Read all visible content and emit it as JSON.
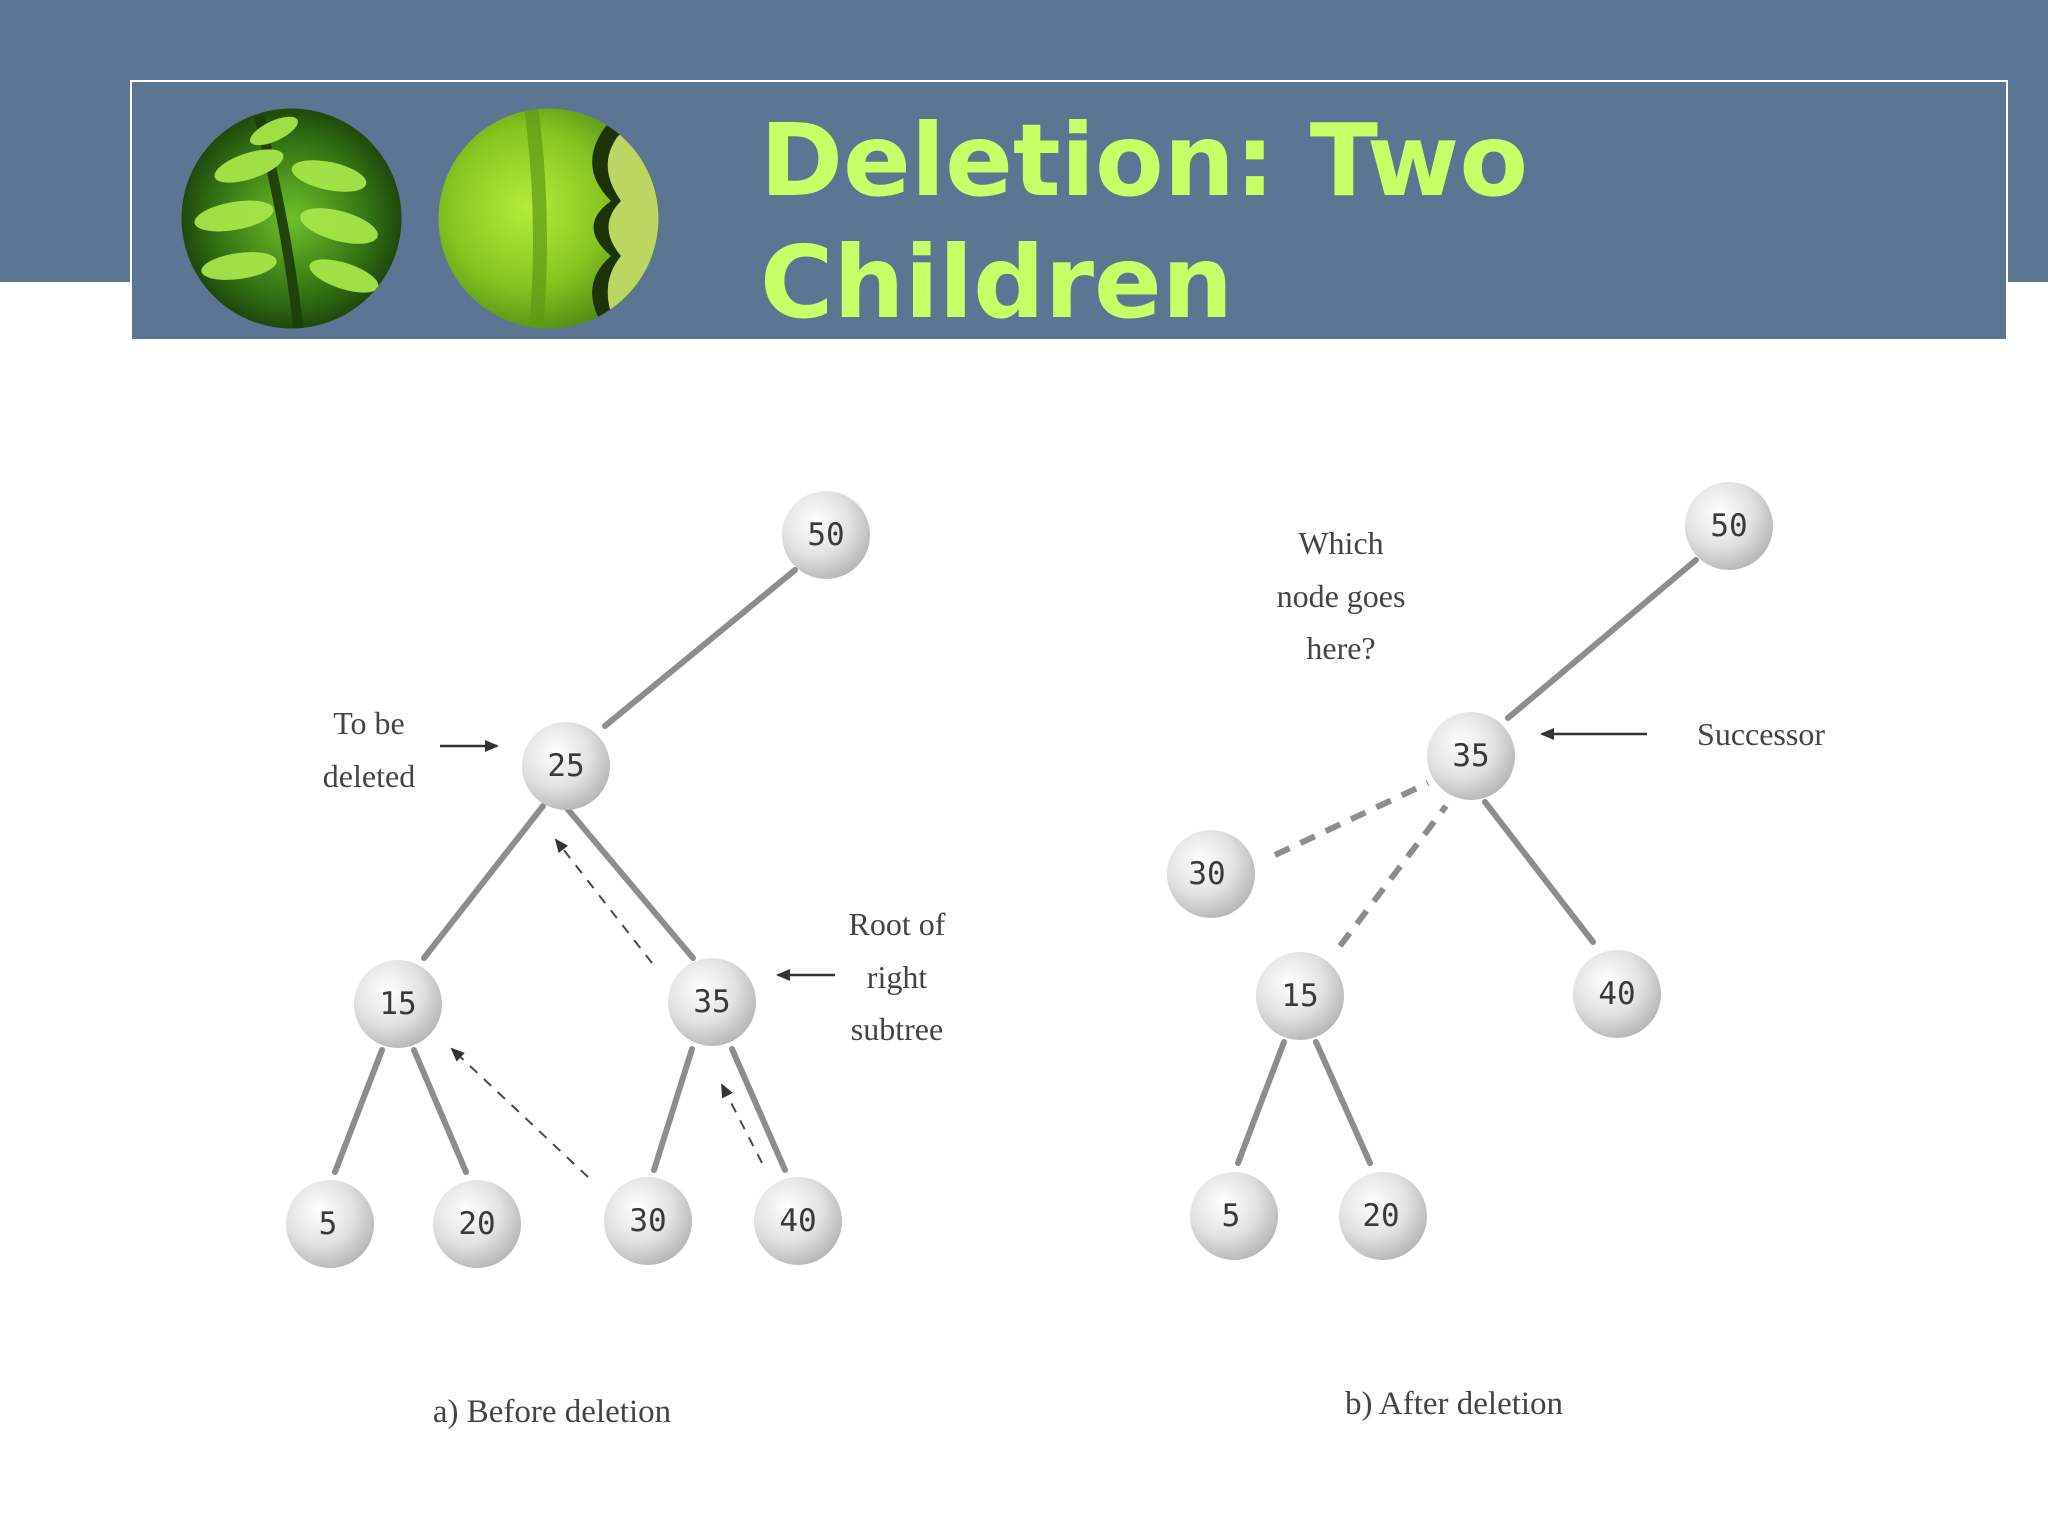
{
  "slide": {
    "title_lines": [
      "Deletion: Two",
      "Children"
    ]
  },
  "colors": {
    "header_bg": "#5b7593",
    "title_text": "#c6ff66",
    "edge": "#8d8d8d",
    "node_fill": "#e0e0e0"
  },
  "images": {
    "left": "leaf-photo-1",
    "right": "leaf-photo-2"
  },
  "before": {
    "caption": "a) Before deletion",
    "nodes": [
      "50",
      "25",
      "15",
      "35",
      "5",
      "20",
      "30",
      "40"
    ],
    "annotation_to_be_deleted": [
      "To be",
      "deleted"
    ],
    "annotation_root_right": [
      "Root of",
      "right",
      "subtree"
    ]
  },
  "after": {
    "caption": "b) After deletion",
    "nodes": [
      "50",
      "35",
      "30",
      "15",
      "40",
      "5",
      "20"
    ],
    "annotation_question": [
      "Which",
      "node goes",
      "here?"
    ],
    "annotation_successor": "Successor"
  }
}
